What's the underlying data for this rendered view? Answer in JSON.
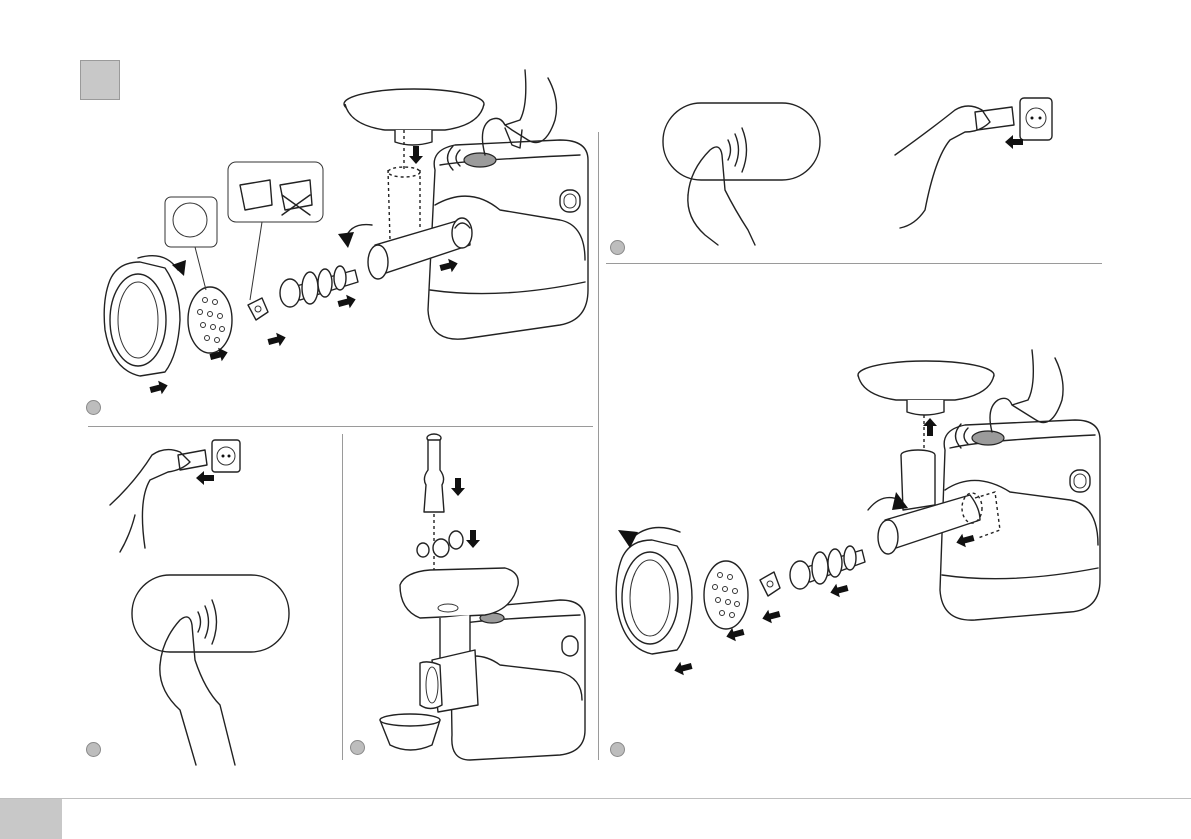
{
  "steps": [
    {
      "id": "assemble",
      "label": ""
    },
    {
      "id": "plug-in-left",
      "label": ""
    },
    {
      "id": "feed",
      "label": ""
    },
    {
      "id": "switch-off",
      "label": ""
    },
    {
      "id": "disassemble",
      "label": ""
    }
  ],
  "colors": {
    "line": "#222222",
    "accent_grey": "#9b9b9b",
    "marker_fill": "#bdbdbd",
    "tab_fill": "#c8c8c8"
  },
  "icons": [
    "hand-icon",
    "plug-icon",
    "socket-icon",
    "touch-icon",
    "arrow-icon",
    "rotate-arrow-icon"
  ]
}
